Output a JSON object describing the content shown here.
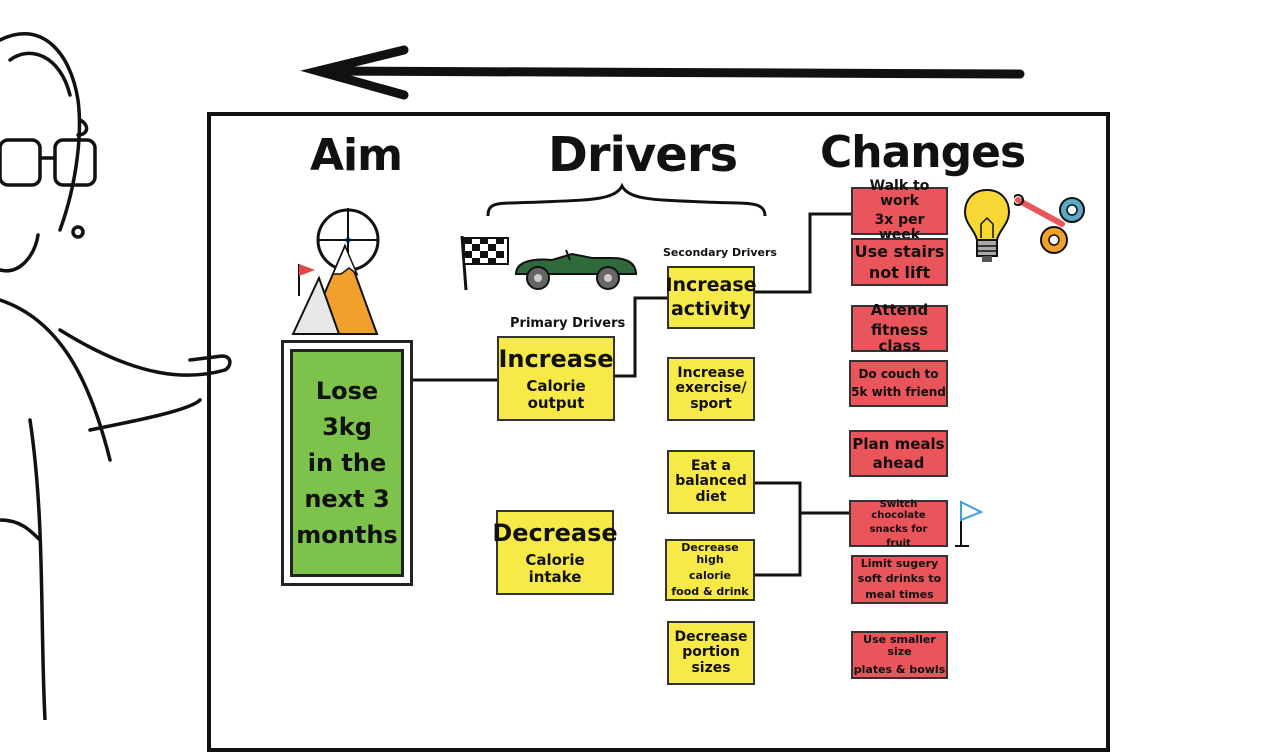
{
  "headers": {
    "aim": "Aim",
    "drivers": "Drivers",
    "changes": "Changes"
  },
  "labels": {
    "primary": "Primary Drivers",
    "secondary": "Secondary Drivers"
  },
  "aim": {
    "line1": "Lose 3kg",
    "line2": "in the",
    "line3": "next 3",
    "line4": "months"
  },
  "primary_drivers": [
    {
      "title": "Increase",
      "subtitle": "Calorie output"
    },
    {
      "title": "Decrease",
      "subtitle": "Calorie intake"
    }
  ],
  "secondary_drivers": [
    {
      "line1": "Increase",
      "line2": "activity",
      "line3": ""
    },
    {
      "line1": "Increase",
      "line2": "exercise/",
      "line3": "sport"
    },
    {
      "line1": "Eat a",
      "line2": "balanced",
      "line3": "diet"
    },
    {
      "line1": "Decrease high",
      "line2": "calorie",
      "line3": "food & drink"
    },
    {
      "line1": "Decrease",
      "line2": "portion",
      "line3": "sizes"
    }
  ],
  "changes": [
    {
      "line1": "Walk to work",
      "line2": "3x per week",
      "line3": ""
    },
    {
      "line1": "Use stairs",
      "line2": "not lift",
      "line3": ""
    },
    {
      "line1": "Attend",
      "line2": "fitness class",
      "line3": ""
    },
    {
      "line1": "Do couch to",
      "line2": "5k with friend",
      "line3": ""
    },
    {
      "line1": "Plan meals",
      "line2": "ahead",
      "line3": ""
    },
    {
      "line1": "Switch chocolate",
      "line2": "snacks for",
      "line3": "fruit"
    },
    {
      "line1": "Limit sugery",
      "line2": "soft drinks to",
      "line3": "meal times"
    },
    {
      "line1": "Use smaller size",
      "line2": "plates & bowls",
      "line3": ""
    }
  ],
  "colors": {
    "aim_fill": "#7dc24b",
    "driver_fill": "#f7e948",
    "change_fill": "#e9555b"
  },
  "icons": [
    "arrow-left-icon",
    "target-mountain-icon",
    "checkered-flag-icon",
    "vintage-car-icon",
    "lightbulb-icon",
    "gears-wrench-icon",
    "small-flag-icon",
    "presenter-figure"
  ]
}
